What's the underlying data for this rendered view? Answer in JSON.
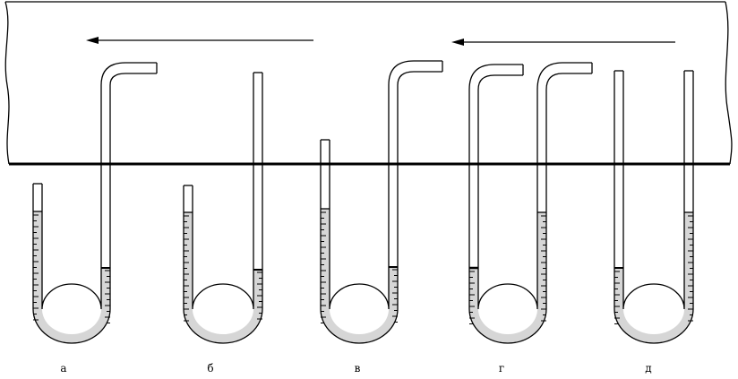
{
  "labels": {
    "a": "а",
    "b": "б",
    "v": "в",
    "g": "г",
    "d": "д"
  },
  "colors": {
    "stroke": "#000000",
    "liquid": "#d6d6d6",
    "background": "#ffffff"
  }
}
